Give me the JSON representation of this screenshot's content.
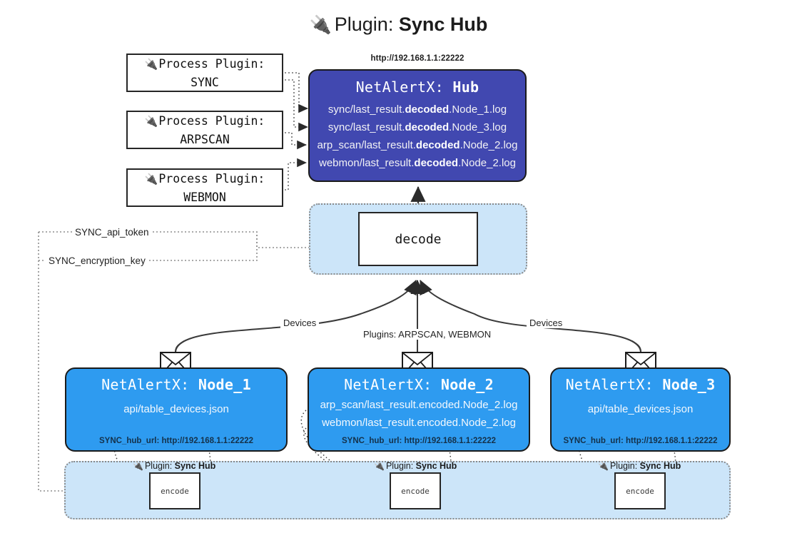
{
  "title": {
    "icon": "plug-icon",
    "prefix": "Plugin: ",
    "name": "Sync Hub"
  },
  "colors": {
    "hub_fill": "#4148b0",
    "node_fill": "#2e9bf0",
    "panel_fill": "#cce5f9",
    "box_stroke": "#262626",
    "page_bg": "#ffffff"
  },
  "process_plugins": [
    {
      "icon": "plug-icon",
      "line1": "Process Plugin:",
      "line2": "SYNC"
    },
    {
      "icon": "plug-icon",
      "line1": "Process Plugin:",
      "line2": "ARPSCAN"
    },
    {
      "icon": "plug-icon",
      "line1": "Process Plugin:",
      "line2": "WEBMON"
    }
  ],
  "hub": {
    "url": "http://192.168.1.1:22222",
    "title_prefix": "NetAlertX: ",
    "title_name": "Hub",
    "logs": [
      {
        "pre": "sync/last_result.",
        "bold": "decoded",
        "post": ".Node_1.log"
      },
      {
        "pre": "sync/last_result.",
        "bold": "decoded",
        "post": ".Node_3.log"
      },
      {
        "pre": "arp_scan/last_result.",
        "bold": "decoded",
        "post": ".Node_2.log"
      },
      {
        "pre": "webmon/last_result.",
        "bold": "decoded",
        "post": ".Node_2.log"
      }
    ]
  },
  "decode": {
    "label": "decode"
  },
  "tokens": {
    "api_token": "SYNC_api_token",
    "encryption_key": "SYNC_encryption_key"
  },
  "edge_labels": {
    "devices_left": "Devices",
    "devices_right": "Devices",
    "plugins_center": "Plugins: ARPSCAN, WEBMON"
  },
  "nodes": [
    {
      "icon": "envelope-icon",
      "title_prefix": "NetAlertX: ",
      "title_name": "Node_1",
      "lines": [
        "api/table_devices.json"
      ],
      "footer": "SYNC_hub_url: http://192.168.1.1:22222"
    },
    {
      "icon": "envelope-icon",
      "title_prefix": "NetAlertX: ",
      "title_name": "Node_2",
      "lines": [
        "arp_scan/last_result.encoded.Node_2.log",
        "webmon/last_result.encoded.Node_2.log"
      ],
      "footer": "SYNC_hub_url: http://192.168.1.1:22222"
    },
    {
      "icon": "envelope-icon",
      "title_prefix": "NetAlertX: ",
      "title_name": "Node_3",
      "lines": [
        "api/table_devices.json"
      ],
      "footer": "SYNC_hub_url: http://192.168.1.1:22222"
    }
  ],
  "encode_panel": {
    "plugin_label_prefix": "Plugin: ",
    "plugin_label_name": "Sync Hub",
    "box_label": "encode"
  }
}
